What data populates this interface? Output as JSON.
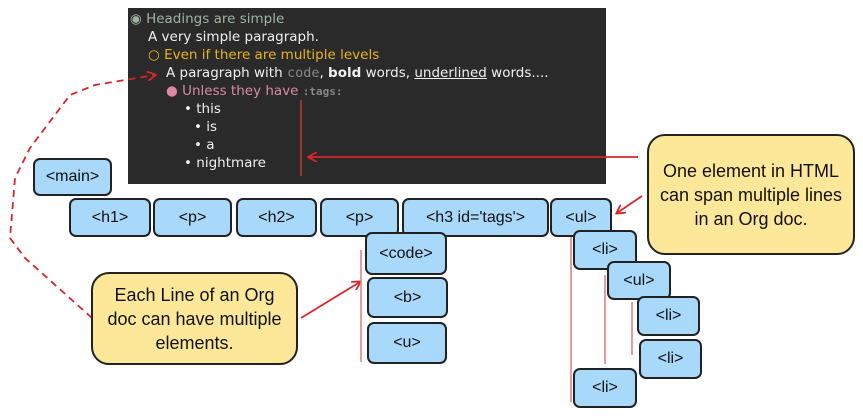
{
  "org_doc": {
    "heading1_bullet": "◉",
    "heading1_text": "Headings are simple",
    "paragraph1": "A very simple paragraph.",
    "heading2_bullet": "○",
    "heading2_text": "Even if there are multiple levels",
    "paragraph2_prefix": "A paragraph with ",
    "paragraph2_code": "code",
    "paragraph2_sep1": ", ",
    "paragraph2_bold": "bold",
    "paragraph2_mid": " words, ",
    "paragraph2_underlined": "underlined",
    "paragraph2_suffix": " words....",
    "heading3_bullet": "●",
    "heading3_text": "Unless they have",
    "heading3_tag": ":tags:",
    "list_bullet": "•",
    "list_items": [
      "this",
      "is",
      "a",
      "nightmare"
    ]
  },
  "html_elements": {
    "main": "<main>",
    "h1": "<h1>",
    "p1": "<p>",
    "h2": "<h2>",
    "p2": "<p>",
    "h3": "<h3 id='tags'>",
    "ul": "<ul>",
    "code": "<code>",
    "b": "<b>",
    "u": "<u>",
    "li1": "<li>",
    "ul_nested": "<ul>",
    "li_nested1": "<li>",
    "li_nested2": "<li>",
    "li2": "<li>"
  },
  "notes": {
    "right": "One element in HTML can span multiple lines in an Org doc.",
    "left": "Each Line of an Org doc can have multiple elements."
  },
  "colors": {
    "terminal_bg": "#2a2a2a",
    "heading1": "#9fb3a3",
    "paragraph": "#f0f0f0",
    "heading2": "#e6b422",
    "heading3": "#d98aa5",
    "list": "#f0f0f0",
    "box_fill": "#a8d8fa",
    "note_fill": "#fde89a",
    "arrow": "#d8252b",
    "guide_line": "#e07a7a"
  }
}
